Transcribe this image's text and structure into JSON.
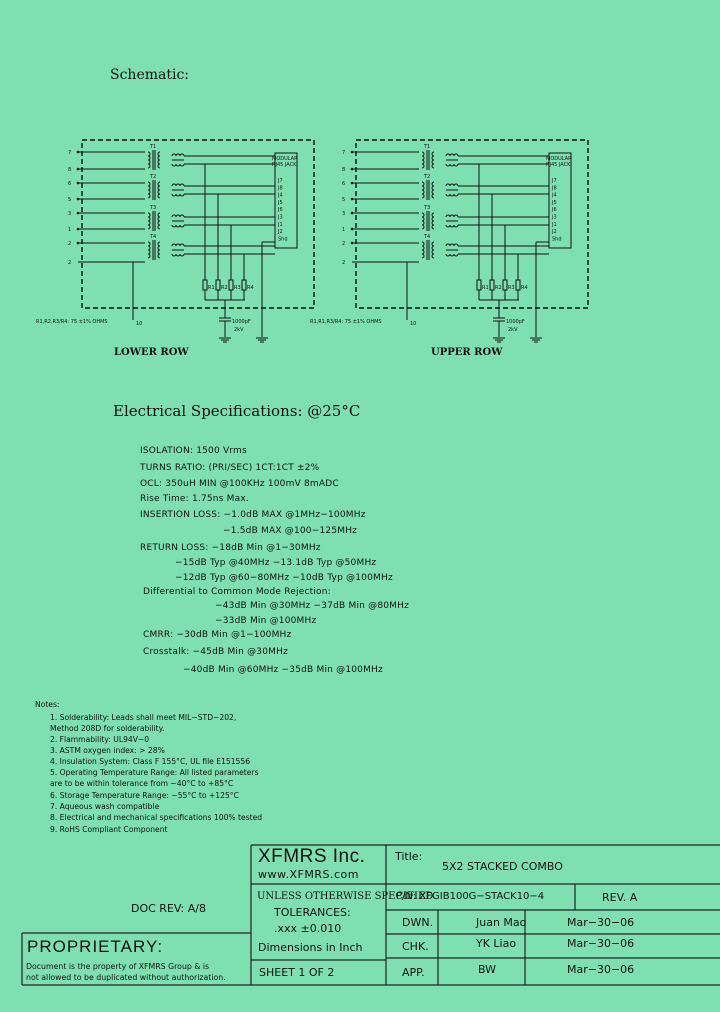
{
  "schematic": {
    "title": "Schematic:",
    "lower": {
      "caption": "LOWER ROW",
      "resistor_note": "R1,R2,R3/R4: 75 ±1% OHMS",
      "pin_nums": [
        "7",
        "8",
        "6",
        "5",
        "3",
        "1",
        "2"
      ],
      "jack_title": "MODULAR RJ45 JACK",
      "jack_pins": [
        "J7",
        "J8",
        "J4",
        "J5",
        "J6",
        "J3",
        "J1",
        "J2",
        "Shd"
      ],
      "cap_label": "1000pF 2kV",
      "ten": "10",
      "res_labels": [
        "R1",
        "R2",
        "R3",
        "R4"
      ]
    },
    "upper": {
      "caption": "UPPER ROW",
      "resistor_note": "R1,R1,R3/R4: 75 ±1% OHMS",
      "pin_nums": [
        "7",
        "8",
        "6",
        "5",
        "3",
        "1",
        "2"
      ],
      "jack_title": "MODULAR RJ45 JACK",
      "jack_pins": [
        "J7",
        "J8",
        "J4",
        "J5",
        "J6",
        "J3",
        "J1",
        "J2",
        "Shd"
      ],
      "cap_label": "1000pF 2kV",
      "ten": "10",
      "res_labels": [
        "R1",
        "R2",
        "R3",
        "R4"
      ]
    }
  },
  "electrical": {
    "title": "Electrical   Specifications: @25°C",
    "lines": [
      "ISOLATION: 1500 Vrms",
      "TURNS RATIO: (PRI/SEC) 1CT:1CT ±2%",
      "OCL: 350uH MIN @100KHz 100mV 8mADC",
      "Rise Time: 1.75ns Max.",
      "INSERTION LOSS: −1.0dB MAX @1MHz−100MHz",
      "−1.5dB MAX @100−125MHz",
      "RETURN LOSS: −18dB Min @1−30MHz",
      "−15dB Typ @40MHz −13.1dB Typ @50MHz",
      "−12dB Typ @60−80MHz −10dB Typ @100MHz",
      "Differential to Common Mode Rejection:",
      "−43dB Min @30MHz −37dB Min @80MHz",
      "−33dB Min @100MHz",
      "CMRR: −30dB Min @1−100MHz",
      "Crosstalk: −45dB Min @30MHz",
      "−40dB Min @60MHz −35dB Min @100MHz"
    ]
  },
  "notes": {
    "title": "Notes:",
    "items": [
      "1.  Solderability: Leads shall meet MIL−STD−202,",
      "     Method 208D for solderability.",
      "2.  Flammability: UL94V−0",
      "3.  ASTM oxygen index: > 28%",
      "4.  Insulation System: Class F 155°C, UL file E151556",
      "5.  Operating Temperature Range: All listed parameters",
      "     are to be within tolerance from −40°C to +85°C",
      "6.  Storage Temperature Range: −55°C to +125°C",
      "7.  Aqueous wash compatible",
      "8.  Electrical and mechanical specifications 100% tested",
      "9.  RoHS Compliant Component"
    ]
  },
  "title_block": {
    "company": "XFMRS Inc.",
    "website": "www.XFMRS.com",
    "title_label": "Title:",
    "title_value": "5X2 STACKED COMBO",
    "doc_rev": "DOC REV: A/8",
    "unless": "UNLESS OTHERWISE SPECIFIED",
    "tolerances": "TOLERANCES:",
    "xxx": ".xxx ±0.010",
    "dims": "Dimensions in Inch",
    "sheet": "SHEET  1  OF  2",
    "pn": "P/N: XFGIB100G−STACK10−4",
    "rev": "REV. A",
    "rows": [
      {
        "role": "DWN.",
        "name": "Juan Mao",
        "date": "Mar−30−06"
      },
      {
        "role": "CHK.",
        "name": "YK Liao",
        "date": "Mar−30−06"
      },
      {
        "role": "APP.",
        "name": "BW",
        "date": "Mar−30−06"
      }
    ],
    "proprietary": "PROPRIETARY:",
    "prop_line1": "Document is the property of XFMRS Group & is",
    "prop_line2": "not allowed to be duplicated without authorization."
  }
}
